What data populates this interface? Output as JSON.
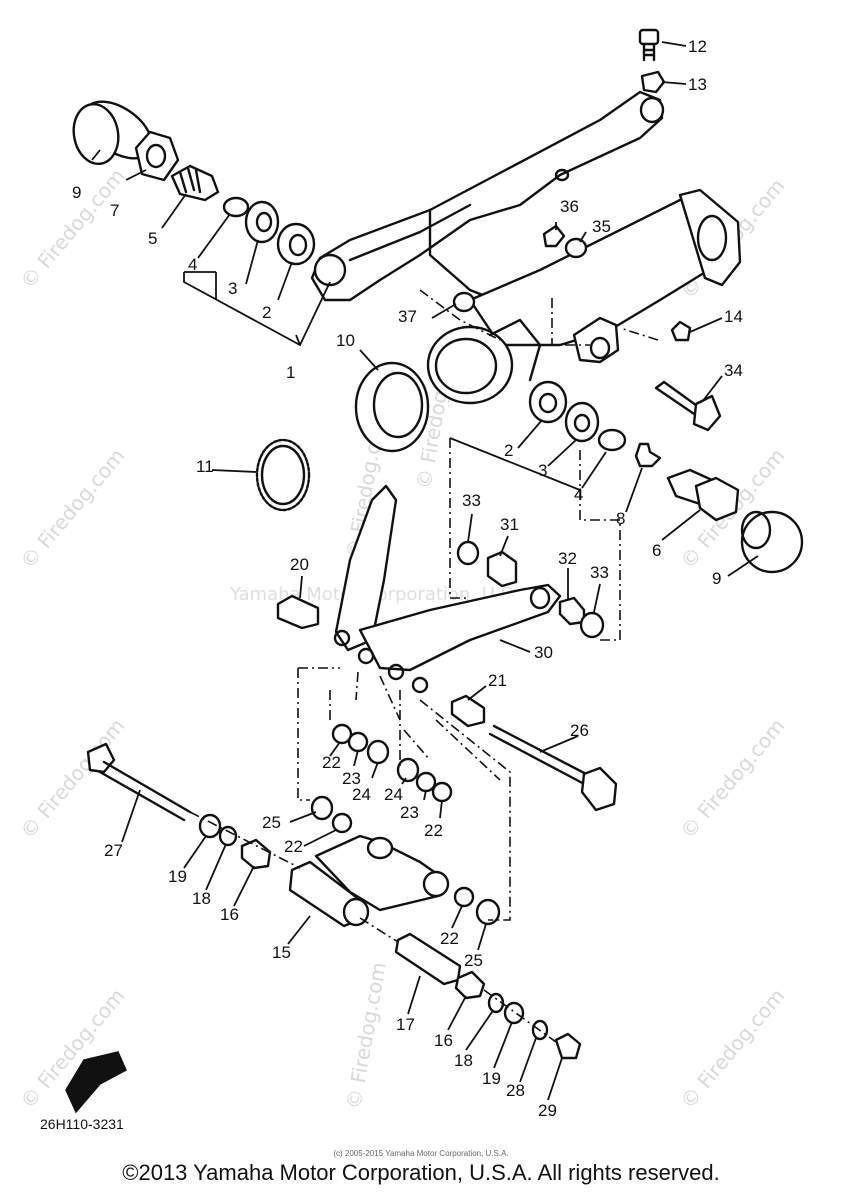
{
  "diagram": {
    "callouts": [
      {
        "id": "c12",
        "text": "12"
      },
      {
        "id": "c13",
        "text": "13"
      },
      {
        "id": "c9a",
        "text": "9"
      },
      {
        "id": "c7",
        "text": "7"
      },
      {
        "id": "c5",
        "text": "5"
      },
      {
        "id": "c4a",
        "text": "4"
      },
      {
        "id": "c3a",
        "text": "3"
      },
      {
        "id": "c2a",
        "text": "2"
      },
      {
        "id": "c1",
        "text": "1"
      },
      {
        "id": "c36",
        "text": "36"
      },
      {
        "id": "c35",
        "text": "35"
      },
      {
        "id": "c37",
        "text": "37"
      },
      {
        "id": "c14",
        "text": "14"
      },
      {
        "id": "c10",
        "text": "10"
      },
      {
        "id": "c34",
        "text": "34"
      },
      {
        "id": "c11",
        "text": "11"
      },
      {
        "id": "c2b",
        "text": "2"
      },
      {
        "id": "c3b",
        "text": "3"
      },
      {
        "id": "c4b",
        "text": "4"
      },
      {
        "id": "c8",
        "text": "8"
      },
      {
        "id": "c6",
        "text": "6"
      },
      {
        "id": "c9b",
        "text": "9"
      },
      {
        "id": "c33a",
        "text": "33"
      },
      {
        "id": "c31",
        "text": "31"
      },
      {
        "id": "c32",
        "text": "32"
      },
      {
        "id": "c33b",
        "text": "33"
      },
      {
        "id": "c20",
        "text": "20"
      },
      {
        "id": "c30",
        "text": "30"
      },
      {
        "id": "c21",
        "text": "21"
      },
      {
        "id": "c26",
        "text": "26"
      },
      {
        "id": "c22a",
        "text": "22"
      },
      {
        "id": "c23a",
        "text": "23"
      },
      {
        "id": "c24a",
        "text": "24"
      },
      {
        "id": "c24b",
        "text": "24"
      },
      {
        "id": "c23b",
        "text": "23"
      },
      {
        "id": "c22b",
        "text": "22"
      },
      {
        "id": "c25a",
        "text": "25"
      },
      {
        "id": "c22c",
        "text": "22"
      },
      {
        "id": "c27",
        "text": "27"
      },
      {
        "id": "c19a",
        "text": "19"
      },
      {
        "id": "c18a",
        "text": "18"
      },
      {
        "id": "c16a",
        "text": "16"
      },
      {
        "id": "c15",
        "text": "15"
      },
      {
        "id": "c22d",
        "text": "22"
      },
      {
        "id": "c25b",
        "text": "25"
      },
      {
        "id": "c17",
        "text": "17"
      },
      {
        "id": "c16b",
        "text": "16"
      },
      {
        "id": "c18b",
        "text": "18"
      },
      {
        "id": "c19b",
        "text": "19"
      },
      {
        "id": "c28",
        "text": "28"
      },
      {
        "id": "c29",
        "text": "29"
      }
    ],
    "fwd_label": "FWD",
    "part_code": "26H110-3231"
  },
  "watermarks": {
    "site": "© Firedog.com",
    "center": "Yamaha Motor Corporation, U.S.A."
  },
  "footer": {
    "small_copyright": "(c) 2005-2015 Yamaha Motor Corporation, U.S.A.",
    "copyright": "©2013 Yamaha Motor Corporation, U.S.A. All rights reserved."
  }
}
